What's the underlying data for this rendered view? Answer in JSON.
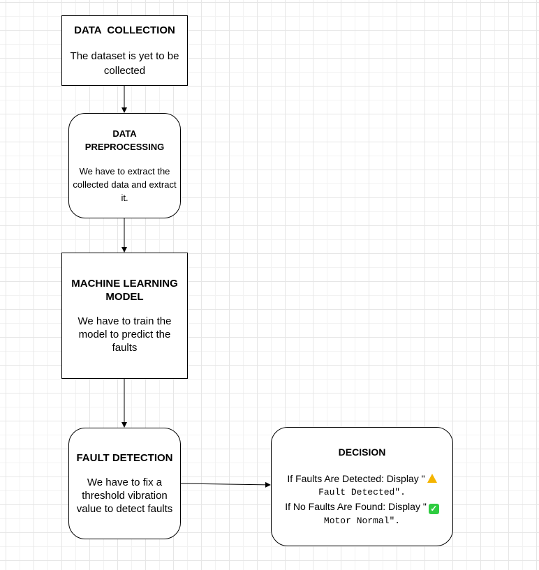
{
  "nodes": {
    "data_collection": {
      "title": "DATA  COLLECTION",
      "body": "The dataset is yet to be collected"
    },
    "preprocessing": {
      "title": "DATA PREPROCESSING",
      "body": "We have to extract the collected data and extract it."
    },
    "ml_model": {
      "title": "MACHINE LEARNING MODEL",
      "body": "We have to train the model to predict the faults"
    },
    "fault_detection": {
      "title": "FAULT DETECTION",
      "body": "We have to fix a threshold vibration value to detect faults"
    },
    "decision": {
      "title": "DECISION",
      "line1_prefix": "If Faults Are Detected: Display \"",
      "line1_icon": "warning-icon",
      "line1_mono": "Fault Detected\".",
      "line2_prefix": "If No Faults Are Found: Display \"",
      "line2_icon": "check-mark-icon",
      "line2_mono": "Motor Normal\"."
    }
  },
  "edges": [
    {
      "from": "data_collection",
      "to": "preprocessing"
    },
    {
      "from": "preprocessing",
      "to": "ml_model"
    },
    {
      "from": "ml_model",
      "to": "fault_detection"
    },
    {
      "from": "fault_detection",
      "to": "decision"
    }
  ]
}
